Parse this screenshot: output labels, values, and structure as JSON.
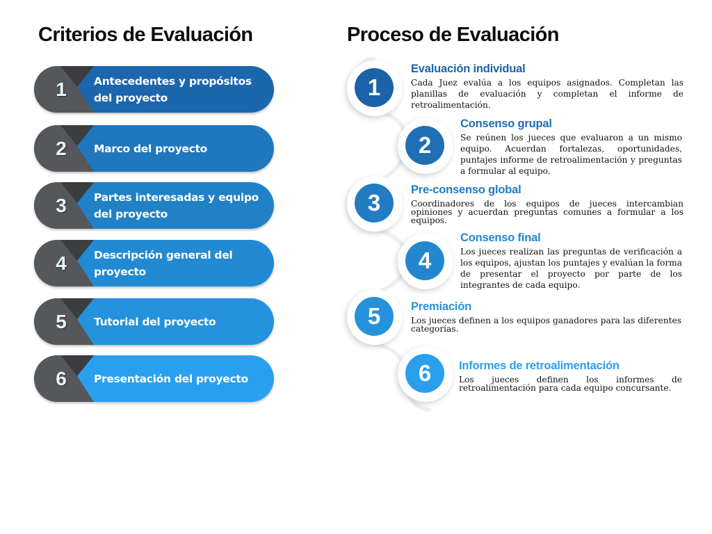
{
  "left": {
    "title": "Criterios de Evaluación",
    "items": [
      {
        "number": "1",
        "label": "Antecedentes y propósitos del proyecto",
        "color": "#1c66ad"
      },
      {
        "number": "2",
        "label": "Marco del proyecto",
        "color": "#1f77bd"
      },
      {
        "number": "3",
        "label": "Partes interesadas y equipo del proyecto",
        "color": "#2181c6"
      },
      {
        "number": "4",
        "label": "Descripción general del proyecto",
        "color": "#228ad2"
      },
      {
        "number": "5",
        "label": "Tutorial del proyecto",
        "color": "#2492dc"
      },
      {
        "number": "6",
        "label": "Presentación del proyecto",
        "color": "#29a0ee"
      }
    ]
  },
  "right": {
    "title": "Proceso de Evaluación",
    "steps": [
      {
        "number": "1",
        "title": "Evaluación individual",
        "color": "#1c62a8",
        "description": "Cada Juez evalúa a los equipos asignados. Completan las planillas de evaluación y completan el informe de retroalimentación."
      },
      {
        "number": "2",
        "title": "Consenso grupal",
        "color": "#1f6fb4",
        "description": "Se reúnen los jueces que evaluaron a un mismo equipo. Acuerdan fortalezas, oportunidades, puntajes informe de retroalimentación y preguntas a formular al equipo."
      },
      {
        "number": "3",
        "title": "Pre-consenso global",
        "color": "#217cc1",
        "description": "Coordinadores de los equipos de jueces intercambian opiniones y acuerdan preguntas comunes a formular a los equipos."
      },
      {
        "number": "4",
        "title": "Consenso final",
        "color": "#2387cf",
        "description": "Los jueces realizan las preguntas de verificación a los equipos, ajustan los puntajes y evalúan la forma de presentar el proyecto por parte de los integrantes de cada equipo."
      },
      {
        "number": "5",
        "title": "Premiación",
        "color": "#2792dc",
        "description": "Los jueces definen a los equipos ganadores para las diferentes categorías."
      },
      {
        "number": "6",
        "title": "Informes de retroalimentación",
        "color": "#2a9fec",
        "description": "Los jueces definen los informes de retroalimentación para cada equipo concursante."
      }
    ]
  }
}
